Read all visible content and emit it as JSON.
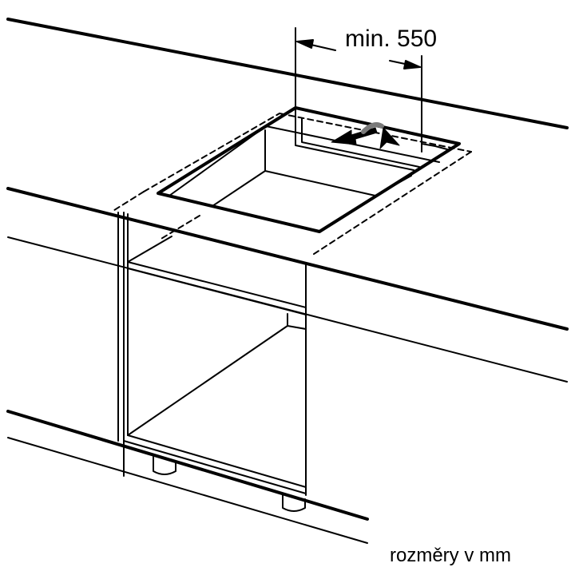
{
  "diagram": {
    "type": "installation-drawing",
    "subject": "Built-in hob cutout in worktop over base cabinet",
    "dimension_label": "min. 550",
    "units_note": "rozměry v mm",
    "colors": {
      "line": "#000000",
      "background": "#ffffff",
      "arrow_gray": "#7a7a7a"
    }
  }
}
